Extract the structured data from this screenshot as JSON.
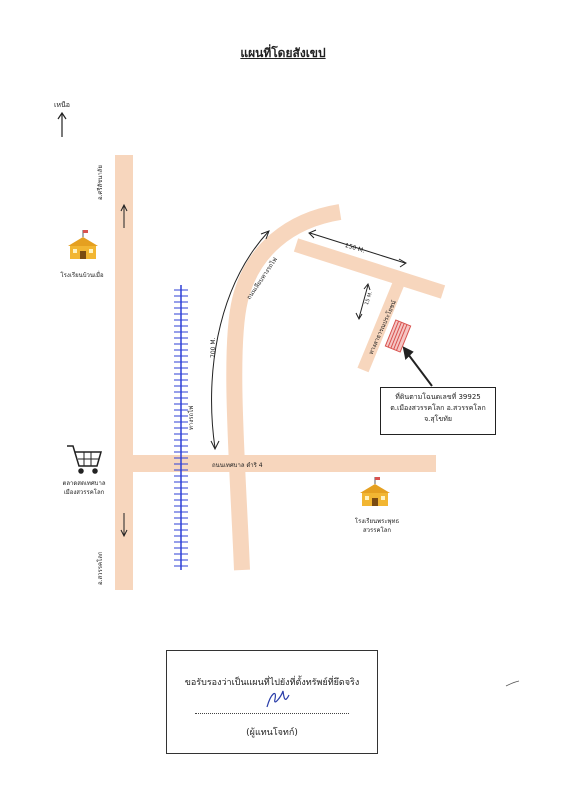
{
  "title": "แผนที่โดยสังเขป",
  "north": {
    "label": "เหนือ",
    "icon": "north-arrow-icon"
  },
  "roads": {
    "left_north": "อ.ศรีสัชนาลัย",
    "left_south": "อ.สวรรคโลก",
    "railway": "ทางรถไฟ",
    "curved": "ถนนเลียบทางรถไฟ",
    "horizontal": "ถนนเทศบาล ดำริ 4",
    "small_vertical": "ทางสาธารณประโยชน์"
  },
  "distances": {
    "d700": "700 M.",
    "d150": "150 M.",
    "d15": "15 M."
  },
  "places": {
    "school_left": "โรงเรียนบ้วนเมื่อ",
    "market_line1": "ตลาดสดเทศบาล",
    "market_line2": "เมืองสวรรคโลก",
    "school_right_line1": "โรงเรียนพระพุทธ",
    "school_right_line2": "สวรรคโลก"
  },
  "callout": {
    "line1": "ที่ดินตามโฉนดเลขที่ 39925",
    "line2": "ต.เมืองสวรรคโลก อ.สวรรคโลก",
    "line3": "จ.สุโขทัย"
  },
  "certification": {
    "text": "ขอรับรองว่าเป็นแผนที่ไปยังที่ตั้งทรัพย์ที่ยึดจริง",
    "owner": "(ผู้แทนโจทก์)"
  },
  "colors": {
    "road": "#f7d6bd",
    "railway": "#2d3fd6",
    "parcel": "#d9534f",
    "ink": "#222222"
  }
}
